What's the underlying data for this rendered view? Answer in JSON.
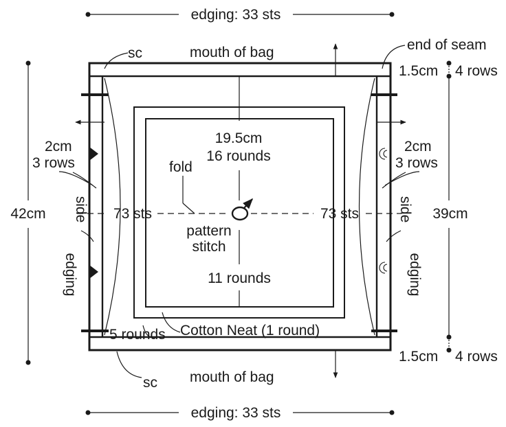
{
  "labels": {
    "edging_top": "edging: 33 sts",
    "edging_bottom": "edging: 33 sts",
    "mouth_top": "mouth of bag",
    "mouth_bottom": "mouth of bag",
    "sc_top": "sc",
    "sc_bottom": "sc",
    "end_of_seam": "end of seam",
    "top_right_cm": "1.5cm",
    "top_right_rows": "4 rows",
    "bottom_right_cm": "1.5cm",
    "bottom_right_rows": "4 rows",
    "left_2cm": "2cm",
    "left_3rows": "3 rows",
    "right_2cm": "2cm",
    "right_3rows": "3 rows",
    "side_left": "side",
    "side_right": "side",
    "edging_left": "edging",
    "edging_right": "edging",
    "height_left": "42cm",
    "height_right": "39cm",
    "sts_left": "73 sts",
    "sts_right": "73 sts",
    "fold": "fold",
    "width_cm": "19.5cm",
    "rounds_16": "16 rounds",
    "pattern_1": "pattern",
    "pattern_2": "stitch",
    "rounds_11": "11 rounds",
    "rounds_5": "5 rounds",
    "cotton_neat": "Cotton Neat (1 round)"
  }
}
